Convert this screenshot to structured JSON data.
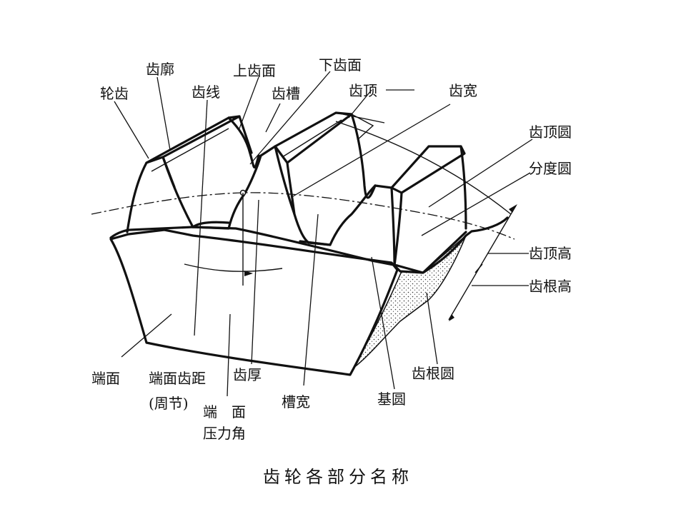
{
  "labels": {
    "lun_chi": "轮齿",
    "chi_kuo": "齿廓",
    "chi_xian": "齿线",
    "shang_chi_mian": "上齿面",
    "chi_cao": "齿槽",
    "xia_chi_mian": "下齿面",
    "chi_ding": "齿顶",
    "chi_kuan": "齿宽",
    "chi_ding_yuan": "齿顶圆",
    "fen_du_yuan": "分度圆",
    "chi_ding_gao": "齿顶高",
    "chi_gen_gao": "齿根高",
    "duan_mian": "端面",
    "duan_mian_chi_ju": "端面齿距",
    "zhou_jie": "(周节)",
    "chi_hou": "齿厚",
    "cao_kuan": "槽宽",
    "ji_yuan": "基圆",
    "chi_gen_yuan": "齿根圆",
    "duan_mian_2": "端　面",
    "ya_li_jiao": "压力角"
  },
  "caption": "齿轮各部分名称"
}
